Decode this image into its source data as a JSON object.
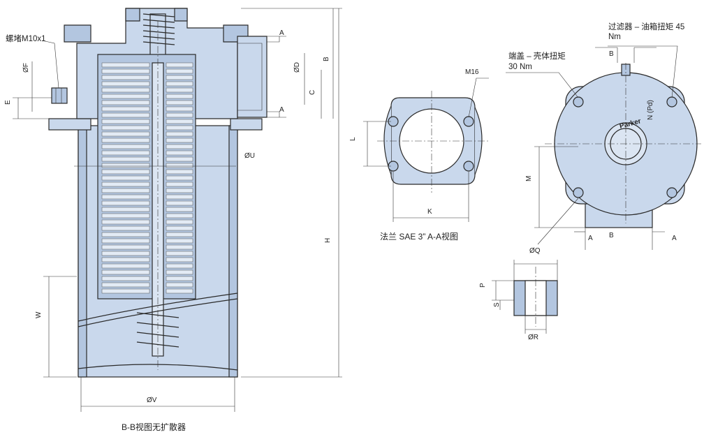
{
  "captions": {
    "section_view": "B-B视图无扩散器",
    "flange_view": "法兰 SAE 3” A-A视图"
  },
  "notes": {
    "plug": "螺堵M10x1",
    "torque_filter_tank_line1": "过滤器 – 油箱扭矩 45",
    "torque_filter_tank_line2": "Nm",
    "torque_cover_line1": "端盖 – 壳体扭矩",
    "torque_cover_line2": "30 Nm",
    "brand": "Parker",
    "thread": "M16"
  },
  "dimensions": {
    "A": "A",
    "B": "B",
    "C": "C",
    "D": "ØD",
    "E": "E",
    "F": "ØF",
    "H": "H",
    "K": "K",
    "L": "L",
    "M": "M",
    "N": "N (Pd)",
    "P": "P",
    "Q": "ØQ",
    "R": "ØR",
    "S": "S",
    "U": "ØU",
    "V": "ØV",
    "W": "W"
  },
  "colors": {
    "body": "#c9d8ec",
    "line": "#2a2a2a"
  }
}
